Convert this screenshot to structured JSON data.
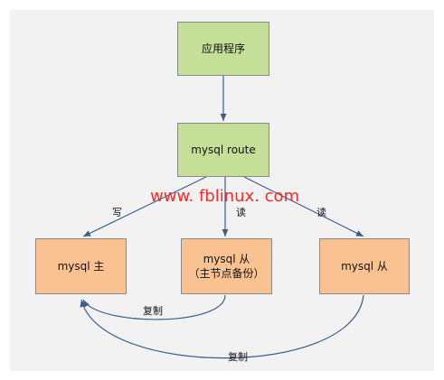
{
  "nodes": {
    "app": {
      "label": "应用程序",
      "fill": "#c5de98"
    },
    "route": {
      "label": "mysql  route",
      "fill": "#c5de98"
    },
    "master": {
      "label": "mysql  主",
      "fill": "#fbc291"
    },
    "slave_backup": {
      "label": "mysql  从\n（主节点备份）",
      "fill": "#fbc291"
    },
    "slave": {
      "label": "mysql  从",
      "fill": "#fbc291"
    }
  },
  "edges": {
    "write_label": "写",
    "read_label_1": "读",
    "read_label_2": "读",
    "replicate_label_1": "复制",
    "replicate_label_2": "复制",
    "edge_color": "#3a5f8f"
  },
  "watermark": {
    "text": "www. fblinux. com",
    "color": "#ff2a2a"
  }
}
